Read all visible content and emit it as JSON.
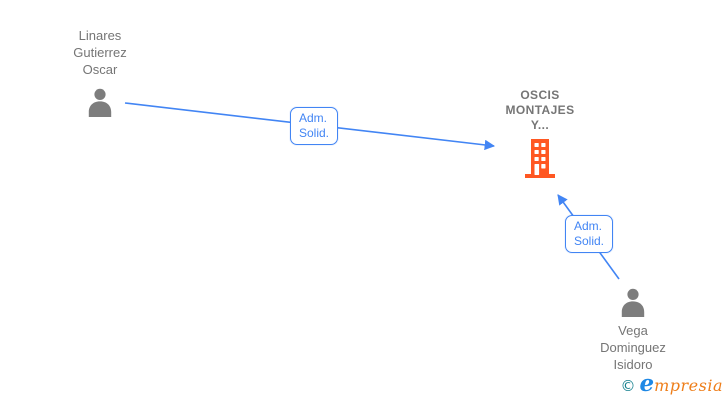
{
  "nodes": {
    "person1": {
      "lines": [
        "Linares",
        "Gutierrez",
        "Oscar"
      ],
      "full_name": "Linares Gutierrez Oscar",
      "type": "person"
    },
    "company": {
      "lines": [
        "OSCIS",
        "MONTAJES",
        "Y..."
      ],
      "full_name": "OSCIS MONTAJES Y...",
      "type": "company"
    },
    "person2": {
      "lines": [
        "Vega",
        "Dominguez",
        "Isidoro"
      ],
      "full_name": "Vega Dominguez Isidoro",
      "type": "person"
    }
  },
  "edges": {
    "edge1": {
      "from": "Linares Gutierrez Oscar",
      "to": "OSCIS MONTAJES Y...",
      "lines": [
        "Adm.",
        "Solid."
      ],
      "label": "Adm. Solid."
    },
    "edge2": {
      "from": "Vega Dominguez Isidoro",
      "to": "OSCIS MONTAJES Y...",
      "lines": [
        "Adm.",
        "Solid."
      ],
      "label": "Adm. Solid."
    }
  },
  "logo": {
    "copyright": "©",
    "brand_initial": "e",
    "brand_rest": "mpresia"
  },
  "colors": {
    "edge_blue": "#4285F4",
    "node_gray": "#757575",
    "icon_gray": "#7d7d7d",
    "building_orange": "#FF5722",
    "logo_teal": "#15808F",
    "logo_blue": "#1E88E5",
    "logo_orange": "#EE7E1A"
  }
}
